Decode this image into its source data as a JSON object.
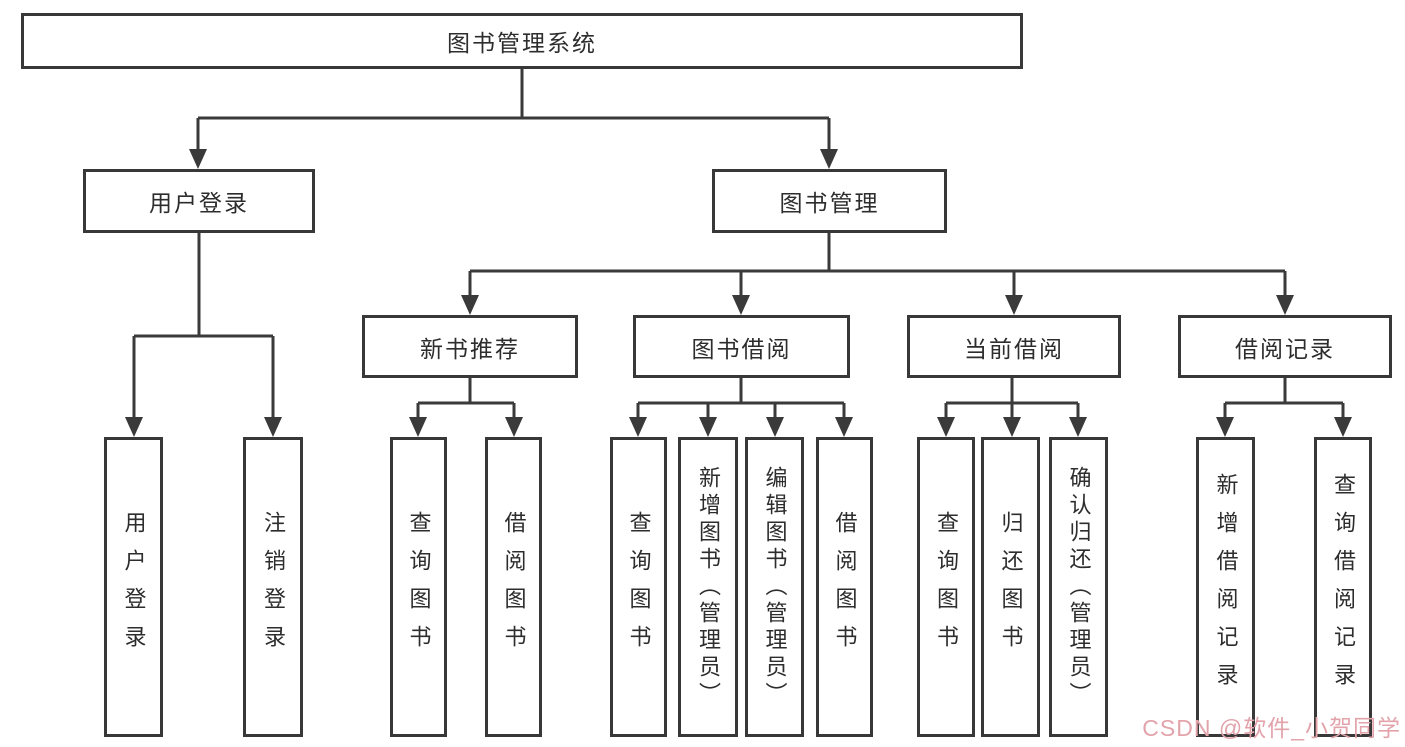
{
  "tree": {
    "label": "图书管理系统",
    "children": [
      {
        "label": "用户登录",
        "children": [
          {
            "label": "用户登录"
          },
          {
            "label": "注销登录"
          }
        ]
      },
      {
        "label": "图书管理",
        "children": [
          {
            "label": "新书推荐",
            "children": [
              {
                "label": "查询图书"
              },
              {
                "label": "借阅图书"
              }
            ]
          },
          {
            "label": "图书借阅",
            "children": [
              {
                "label": "查询图书"
              },
              {
                "label": "新增图书（管理员）"
              },
              {
                "label": "编辑图书（管理员）"
              },
              {
                "label": "借阅图书"
              }
            ]
          },
          {
            "label": "当前借阅",
            "children": [
              {
                "label": "查询图书"
              },
              {
                "label": "归还图书"
              },
              {
                "label": "确认归还（管理员）"
              }
            ]
          },
          {
            "label": "借阅记录",
            "children": [
              {
                "label": "新增借阅记录"
              },
              {
                "label": "查询借阅记录"
              }
            ]
          }
        ]
      }
    ]
  },
  "watermark": "CSDN @软件_小贺同学",
  "colors": {
    "line": "#3a3a3a",
    "text": "#2d2d2d",
    "watermark": "#e2a3ab"
  }
}
